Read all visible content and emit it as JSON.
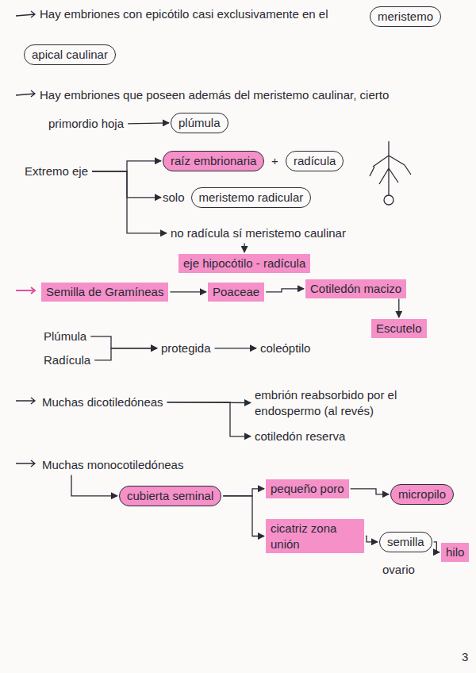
{
  "diagram": {
    "nodes": [
      {
        "text": [
          "meristemo"
        ]
      },
      {
        "text": [
          "apical caulinar"
        ]
      },
      {
        "text": [
          "primordio hoja"
        ]
      },
      {
        "text": [
          "plúmula"
        ]
      },
      {
        "text": [
          "Extremo eje"
        ]
      },
      {
        "text": [
          "raíz embrionaria"
        ]
      },
      {
        "text": [
          "radícula"
        ]
      },
      {
        "text": [
          "solo",
          "meristemo radicular"
        ]
      },
      {
        "text": [
          "no radícula sí meristemo caulinar"
        ]
      },
      {
        "text": [
          "eje hipocótilo - radícula"
        ]
      },
      {
        "text": [
          "Semilla de Gramíneas"
        ]
      },
      {
        "text": [
          "Poaceae"
        ]
      },
      {
        "text": [
          "Cotiledón macizo"
        ]
      },
      {
        "text": [
          "Escutelo"
        ]
      },
      {
        "text": [
          "Plúmula"
        ]
      },
      {
        "text": [
          "Radícula"
        ]
      },
      {
        "text": [
          "protegida"
        ]
      },
      {
        "text": [
          "coleóptilo"
        ]
      },
      {
        "text": [
          "Muchas dicotiledóneas"
        ]
      },
      {
        "text": [
          "embrión reabsorbido por el endospermo (al revés)"
        ]
      },
      {
        "text": [
          "cotiledón reserva"
        ]
      },
      {
        "text": [
          "Muchas monocotiledóneas"
        ]
      },
      {
        "text": [
          "cubierta seminal"
        ]
      },
      {
        "text": [
          "pequeño poro"
        ]
      },
      {
        "text": [
          "micropilo"
        ]
      },
      {
        "text": [
          "cicatriz zona unión"
        ]
      },
      {
        "text": [
          "semilla"
        ]
      },
      {
        "text": [
          "hilo"
        ]
      }
    ],
    "edges": [
      {
        "from": 2,
        "to": 3,
        "arrow": "to"
      },
      {
        "from": 4,
        "to": 5,
        "arrow": "to"
      },
      {
        "from": 4,
        "to": 7,
        "arrow": "to"
      },
      {
        "from": 4,
        "to": 8,
        "arrow": "to"
      },
      {
        "from": 8,
        "to": 9,
        "arrow": "to"
      },
      {
        "from": 10,
        "to": 11,
        "arrow": "to"
      },
      {
        "from": 11,
        "to": 12,
        "arrow": "to"
      },
      {
        "from": 12,
        "to": 13,
        "arrow": "to"
      },
      {
        "from": 14,
        "to": 16,
        "arrow": "to"
      },
      {
        "from": 15,
        "to": 16,
        "arrow": "to"
      },
      {
        "from": 16,
        "to": 17,
        "arrow": "to"
      },
      {
        "from": 18,
        "to": 19,
        "arrow": "to"
      },
      {
        "from": 18,
        "to": 20,
        "arrow": "to"
      },
      {
        "from": 21,
        "to": 22,
        "arrow": "to"
      },
      {
        "from": 22,
        "to": 23,
        "arrow": "to"
      },
      {
        "from": 23,
        "to": 24,
        "arrow": "to"
      },
      {
        "from": 22,
        "to": 25,
        "arrow": "to"
      },
      {
        "from": 25,
        "to": 26,
        "arrow": "to"
      },
      {
        "from": 26,
        "to": 27,
        "arrow": "to"
      }
    ],
    "labels": [
      "Hay embriones con epicótilo casi exclusivamente en el",
      "Hay embriones que poseen además del meristemo caulinar, cierto",
      "+",
      "ovario",
      "3"
    ]
  }
}
